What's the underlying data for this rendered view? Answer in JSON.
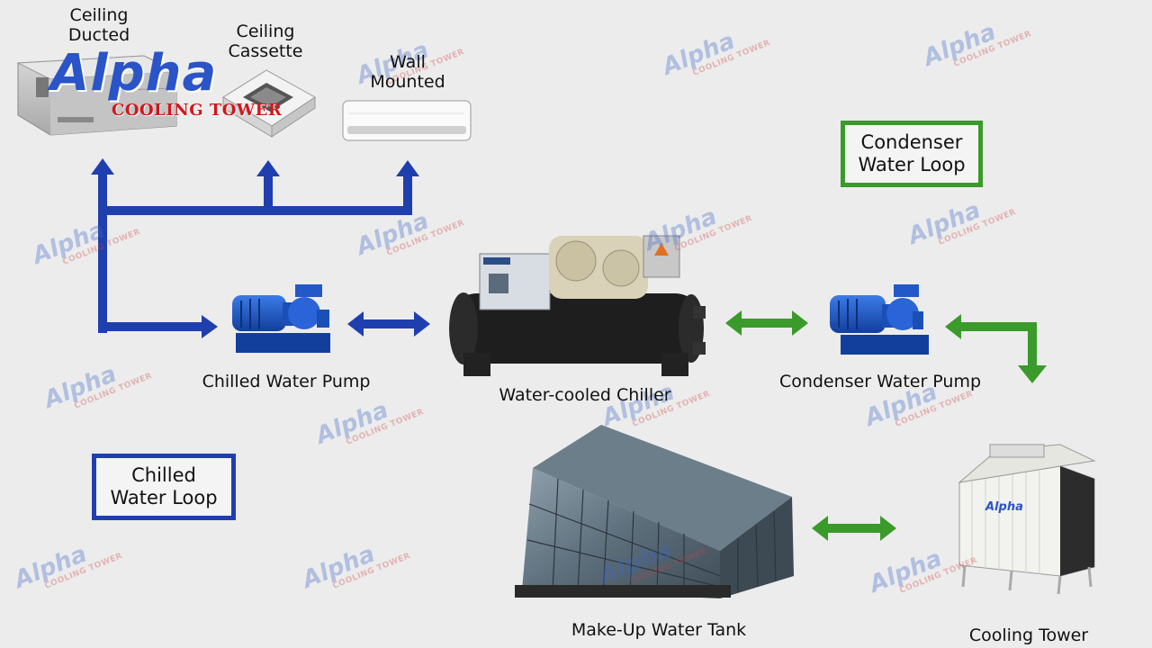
{
  "logo": {
    "brand": "Alpha",
    "subtitle": "COOLING TOWER"
  },
  "watermark": {
    "brand": "Alpha",
    "subtitle": "COOLING TOWER"
  },
  "units": {
    "ceiling_ducted": "Ceiling\nDucted",
    "ceiling_cassette": "Ceiling\nCassette",
    "wall_mounted": "Wall\nMounted"
  },
  "equipment": {
    "chilled_water_pump": "Chilled Water Pump",
    "chiller": "Water-cooled Chiller",
    "condenser_water_pump": "Condenser Water Pump",
    "makeup_tank": "Make-Up Water Tank",
    "cooling_tower": "Cooling Tower",
    "tower_brand": "Alpha"
  },
  "loops": {
    "condenser": "Condenser\nWater Loop",
    "chilled": "Chilled\nWater Loop"
  },
  "colors": {
    "chilled_loop": "#1f3fae",
    "condenser_loop": "#3a9a2a",
    "pump_blue": "#1f5bd0"
  }
}
